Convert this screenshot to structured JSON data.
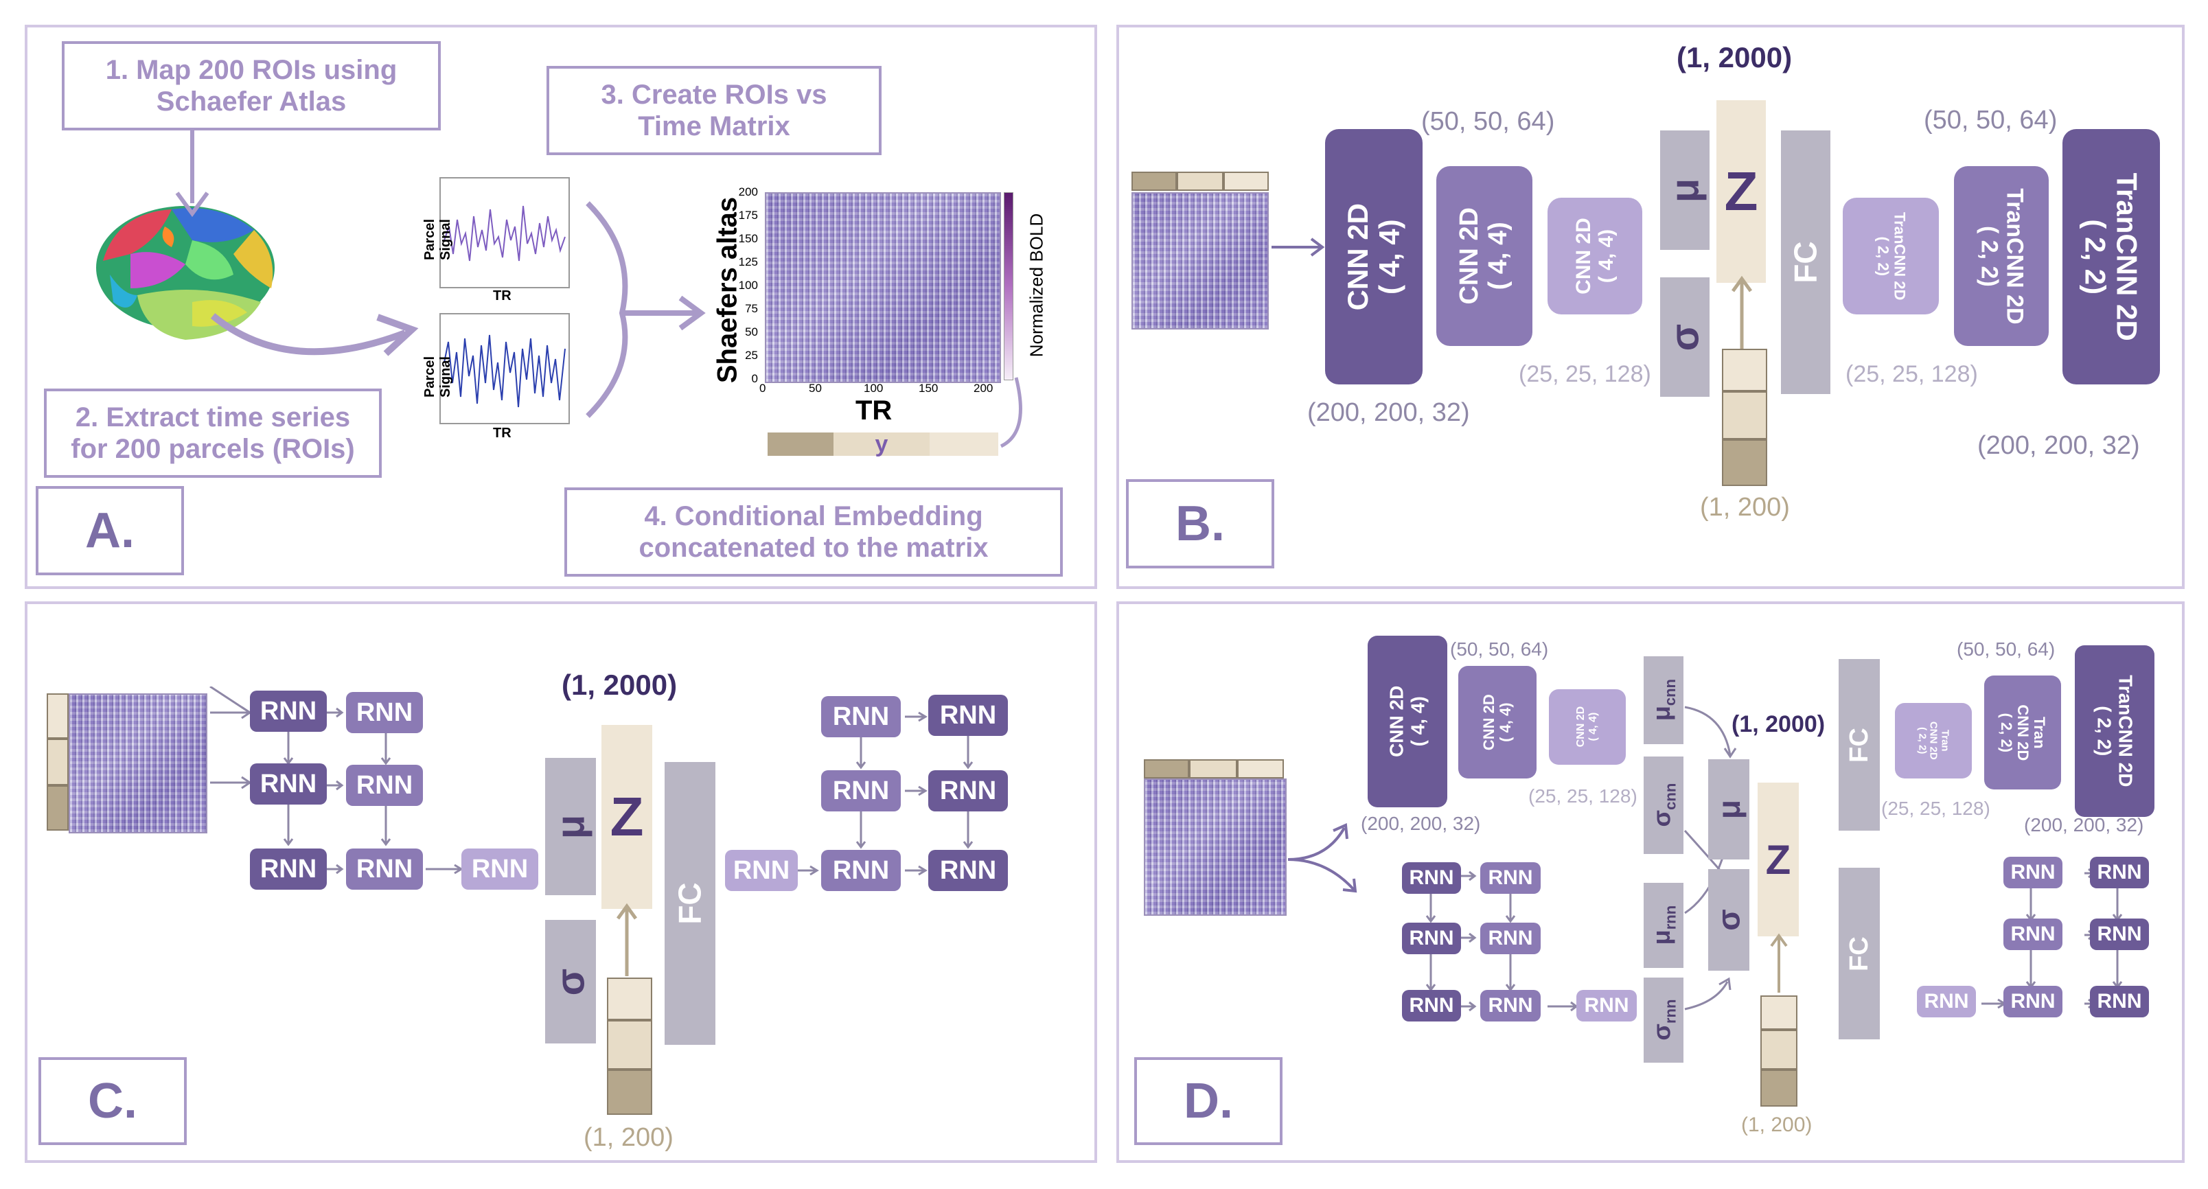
{
  "panel_a": {
    "label": "A.",
    "step1": "1. Map 200 ROIs using\nSchaefer Atlas",
    "step2": "2. Extract time series\nfor  200 parcels (ROIs)",
    "step3": "3. Create ROIs vs\nTime Matrix",
    "step4": "4. Conditional Embedding\nconcatenated to the matrix",
    "signal_ylabel": "Parcel Signal",
    "signal_xlabel": "TR",
    "matrix_ylabel": "Shaefers altas",
    "matrix_xlabel": "TR",
    "colorbar_label": "Normalized BOLD",
    "y_ticks": [
      "200",
      "175",
      "150",
      "125",
      "100",
      "75",
      "50",
      "25",
      "0"
    ],
    "x_ticks": [
      "0",
      "50",
      "100",
      "150",
      "200"
    ],
    "embedding_label": "y"
  },
  "panel_b": {
    "label": "B.",
    "z_shape": "(1, 2000)",
    "cnn1": "CNN 2D\n( 4, 4)",
    "cnn2": "CNN 2D\n( 4, 4)",
    "cnn3": "CNN 2D\n( 4, 4)",
    "dim_50_left": "(50, 50, 64)",
    "dim_200_left": "(200, 200, 32)",
    "dim_25_left": "(25, 25, 128)",
    "mu": "μ",
    "sigma": "σ",
    "z": "Z",
    "fc": "FC",
    "tran1": "TranCNN 2D\n( 2, 2)",
    "tran2": "TranCNN 2D\n( 2, 2)",
    "tran3": "TranCNN 2D\n( 2, 2)",
    "dim_25_right": "(25, 25, 128)",
    "dim_50_right": "(50, 50, 64)",
    "dim_200_right": "(200, 200, 32)",
    "cond_shape": "(1, 200)"
  },
  "panel_c": {
    "label": "C.",
    "z_shape": "(1, 2000)",
    "rnn": "RNN",
    "mu": "μ",
    "sigma": "σ",
    "z": "Z",
    "fc": "FC",
    "cond_shape": "(1, 200)"
  },
  "panel_d": {
    "label": "D.",
    "z_shape": "(1, 2000)",
    "cnn1": "CNN 2D\n( 4, 4)",
    "cnn2": "CNN 2D\n( 4, 4)",
    "cnn3": "CNN 2D\n( 4, 4)",
    "dim_50_left": "(50, 50, 64)",
    "dim_200_left": "(200, 200, 32)",
    "dim_25_left": "(25, 25, 128)",
    "mu_cnn": "μ",
    "mu_cnn_sub": "cnn",
    "sigma_cnn": "σ",
    "sigma_cnn_sub": "cnn",
    "mu_rnn": "μ",
    "mu_rnn_sub": "rnn",
    "sigma_rnn": "σ",
    "sigma_rnn_sub": "rnn",
    "mu": "μ",
    "sigma": "σ",
    "z": "Z",
    "fc": "FC",
    "rnn": "RNN",
    "tran1": "Tran\nCNN 2D\n( 2, 2)",
    "tran2": "Tran\nCNN 2D\n( 2, 2)",
    "tran3": "TranCNN 2D\n( 2, 2)",
    "dim_25_right": "(25, 25, 128)",
    "dim_50_right": "(50, 50, 64)",
    "dim_200_right": "(200, 200, 32)",
    "cond_shape": "(1, 200)"
  },
  "colors": {
    "dark_purple": "#6b5a96",
    "mid_purple": "#8b7ab4",
    "light_purple": "#b7a8d6",
    "grey": "#b9b6c4",
    "latent": "#efe6d6",
    "tan": "#b5a78c"
  }
}
